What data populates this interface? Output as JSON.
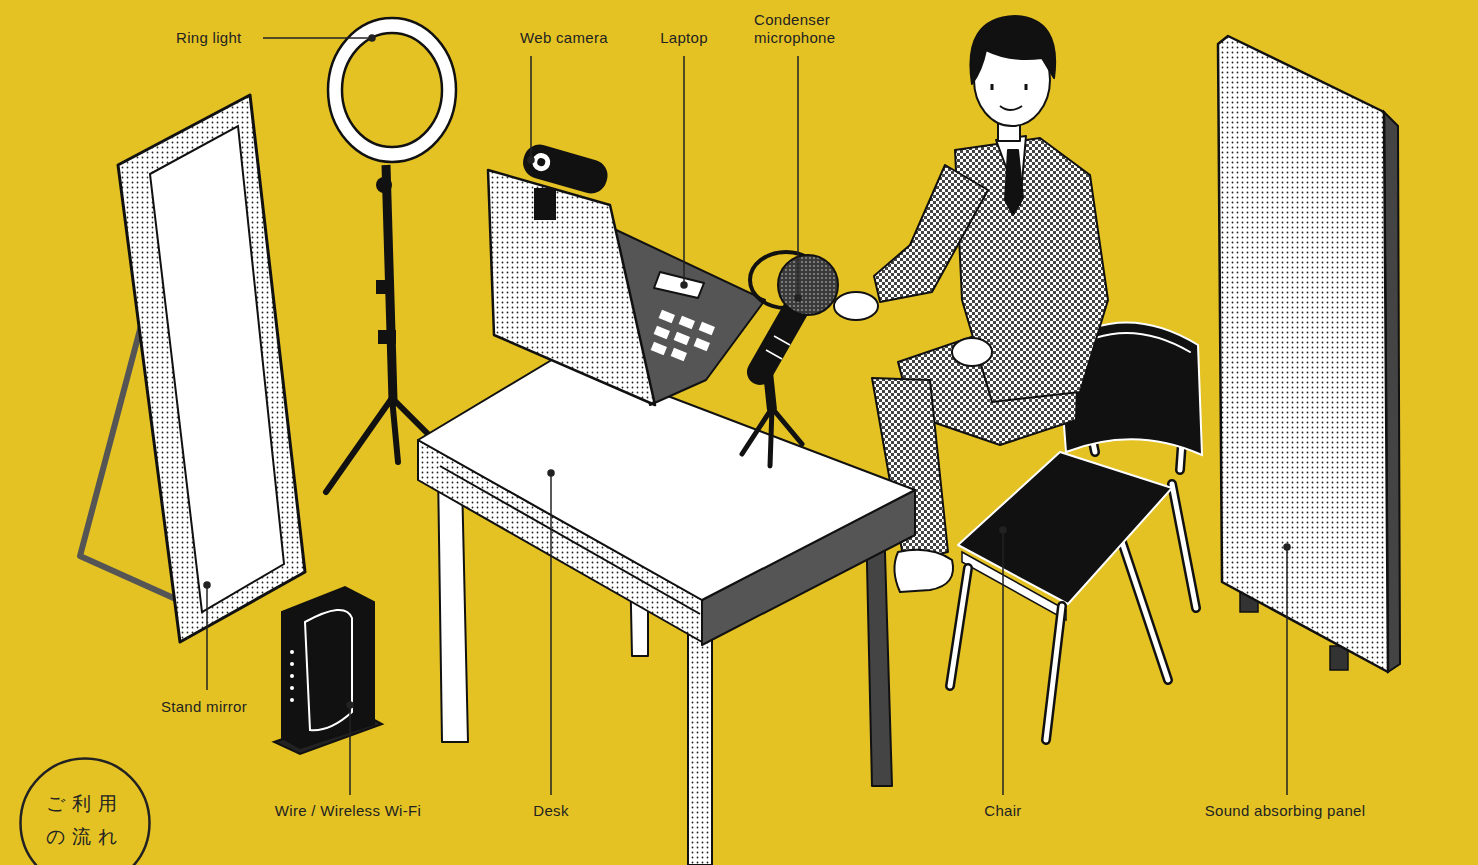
{
  "diagram": {
    "nodes": [
      {
        "text": [
          "ご利用 の流れ"
        ]
      }
    ],
    "labels": [
      "Ring light",
      "Web camera",
      "Laptop",
      "Condenser microphone",
      "Stand mirror",
      "Wire / Wireless Wi-Fi",
      "Desk",
      "Chair",
      "Sound absorbing panel"
    ]
  }
}
